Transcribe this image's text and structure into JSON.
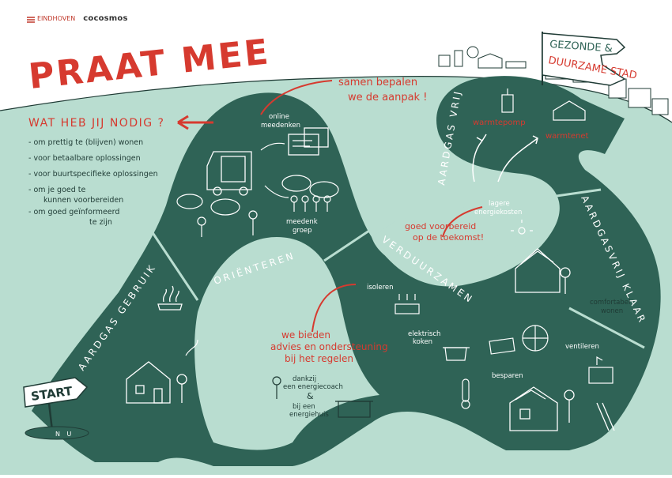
{
  "logos": {
    "eindhoven": "EINDHOVEN",
    "cocosmos": "cocosmos"
  },
  "title": "PRAAT MEE",
  "banner": {
    "line1": "GEZONDE &",
    "line2": "DUURZAME STAD"
  },
  "needs": {
    "heading": "WAT HEB JIJ NODIG ?",
    "items": [
      "- om prettig te (blijven) wonen",
      "- voor betaalbare oplossingen",
      "- voor buurtspecifieke oplossingen",
      "- om je goed te",
      "kunnen voorbereiden",
      "- om goed geïnformeerd",
      "te zijn"
    ]
  },
  "callouts": {
    "samen": [
      "samen bepalen",
      "we de aanpak !"
    ],
    "goed": [
      "goed voorbereid",
      "op de toekomst!"
    ],
    "bieden": [
      "we bieden",
      "advies en ondersteuning",
      "bij het regelen"
    ]
  },
  "labels": {
    "online": [
      "online",
      "meedenken"
    ],
    "meedenkgroep": [
      "meedenk",
      "groep"
    ],
    "lagere": [
      "lagere",
      "energiekosten"
    ],
    "isoleren": "isoleren",
    "elektrisch": [
      "elektrisch",
      "koken"
    ],
    "besparen": "besparen",
    "ventileren": "ventileren",
    "comfortabel": [
      "comfortabel",
      "wonen"
    ],
    "energiecoach": [
      "dankzij",
      "een energiecoach",
      "&",
      "bij een",
      "energiehuis"
    ],
    "warmtepomp": "warmtepomp",
    "warmtenet": "warmtenet",
    "start": "START",
    "nu": "N U"
  },
  "path_labels": {
    "aardgas_gebruik": "AARDGAS GEBRUIK",
    "orienteren": "ORIËNTEREN",
    "verduurzamen": "VERDUURZAMEN",
    "aardgasvrij_klaar": "AARDGASVRIJ KLAAR",
    "aardgas_vrij": "AARDGAS VRIJ"
  },
  "colors": {
    "path": "#2f6356",
    "land": "#b9ddd0",
    "sky": "#ffffff",
    "accent": "#d63a2f",
    "ink": "#1f3b35"
  }
}
